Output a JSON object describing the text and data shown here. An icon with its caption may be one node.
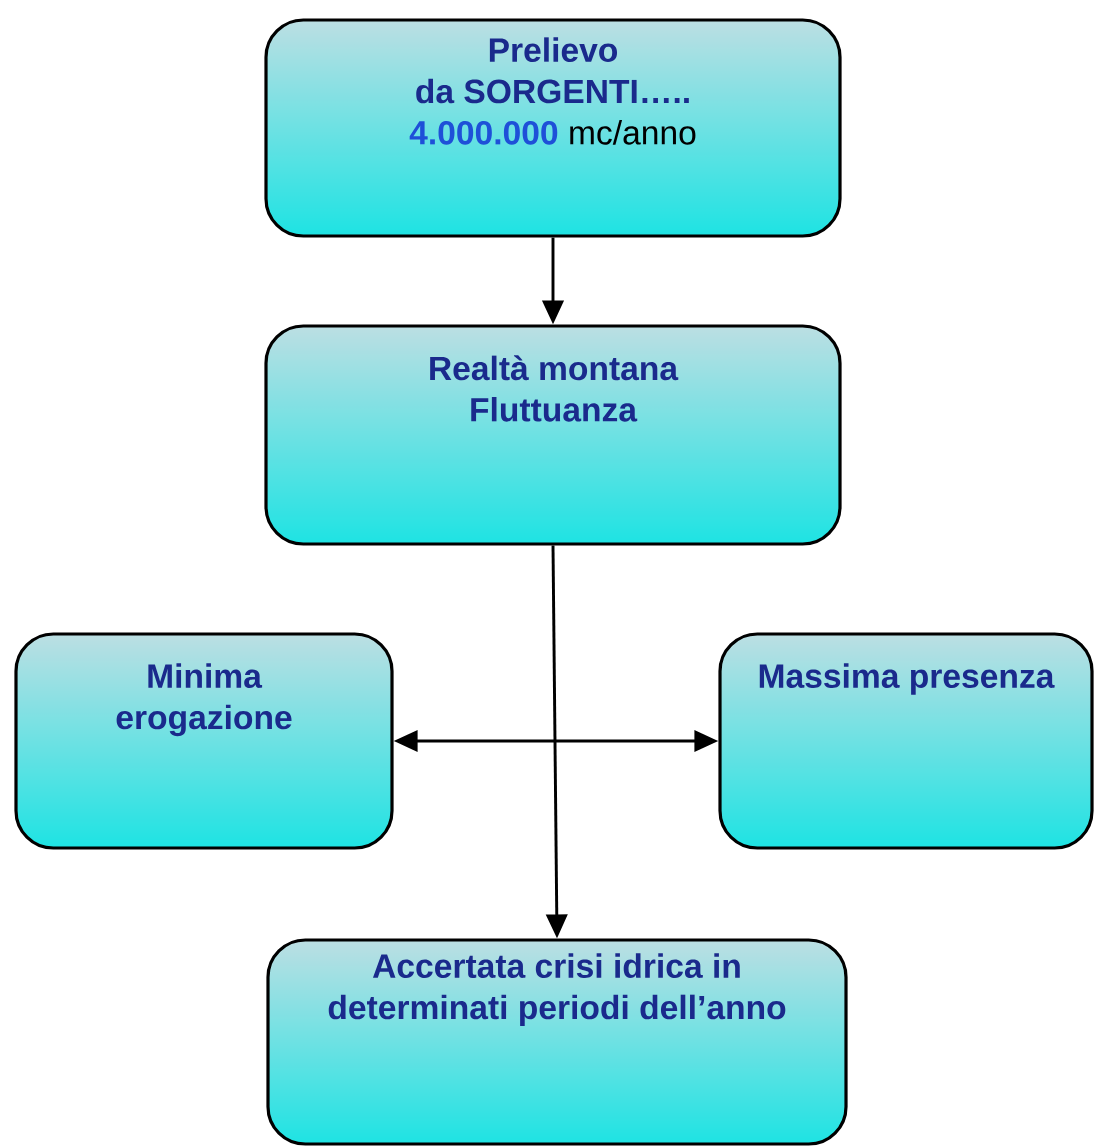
{
  "diagram": {
    "nodes": [
      {
        "text": [
          "Prelievo",
          "da SORGENTI…..",
          "4.000.000",
          "mc/anno"
        ]
      },
      {
        "text": [
          "Realtà montana Fluttuanza"
        ]
      },
      {
        "text": [
          "Minima erogazione"
        ]
      },
      {
        "text": [
          "Massima presenza"
        ]
      },
      {
        "text": [
          "Accertata crisi idrica in determinati periodi dell’anno"
        ]
      }
    ],
    "edges": [
      {
        "from": 0,
        "to": 1,
        "arrow": "to"
      },
      {
        "from": 1,
        "to": 4,
        "arrow": "to"
      },
      {
        "from": 2,
        "to": 3,
        "arrow": "both"
      }
    ]
  }
}
